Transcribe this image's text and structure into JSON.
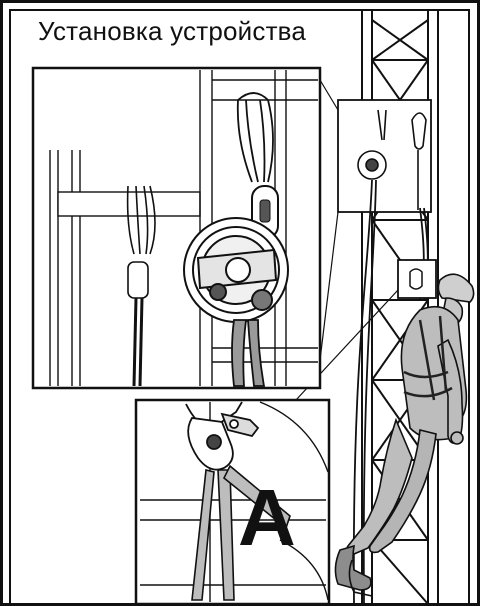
{
  "page": {
    "title": "Установка устройства"
  },
  "callout": {
    "letter": "A"
  },
  "colors": {
    "line": "#111111",
    "background": "#ffffff",
    "fill_light": "#e8e8e8",
    "fill_mid": "#9a9a9a",
    "fill_dark": "#2a2a2a",
    "suit": "#bdbdbd"
  },
  "illustration": {
    "subject": "installation of fall-arrest device on ladder structure",
    "panels": [
      "detail-device-closeup",
      "detail-A-closeup",
      "main-scene-worker"
    ]
  }
}
